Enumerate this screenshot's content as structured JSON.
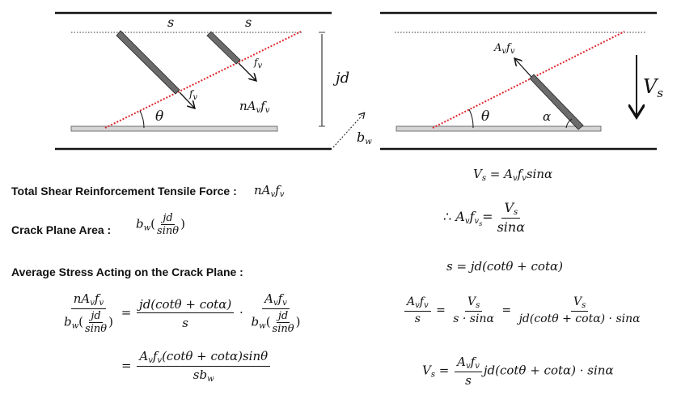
{
  "diagram_left": {
    "spacing_labels": [
      "s",
      "s"
    ],
    "stirrup_stress_labels": [
      "f",
      "f"
    ],
    "stirrup_stress_sub": "v",
    "angle_label": "θ",
    "depth_label": "jd",
    "force_label": "nA",
    "force_label_v": "v",
    "force_label_f": "f",
    "width_label": "b",
    "width_sub": "w"
  },
  "diagram_right": {
    "force_label": "A",
    "force_sub_v": "v",
    "force_f": "f",
    "angle_theta": "θ",
    "angle_alpha": "α",
    "shear_label": "V",
    "shear_sub": "s"
  },
  "text_labels": {
    "total_force": "Total Shear Reinforcement Tensile Force :",
    "crack_area": "Crack Plane Area :",
    "avg_stress": "Average Stress Acting on the Crack Plane :"
  },
  "colors": {
    "crack_line": "#e0262b",
    "stirrup_fill": "#6b6b6b",
    "beam_bar_fill": "#d4d4d4",
    "ink": "#111111"
  }
}
